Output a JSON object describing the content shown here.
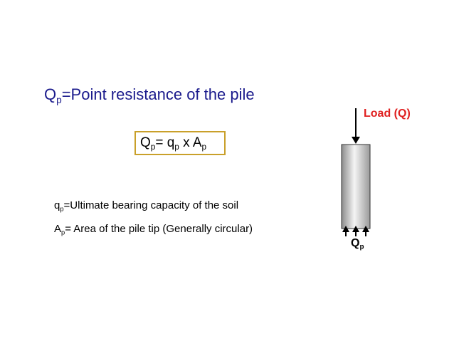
{
  "title": {
    "symbol": "Q",
    "sub": "p",
    "text": "=Point resistance of the pile"
  },
  "formula": {
    "lhs": "Q",
    "lhs_sub": "p",
    "op1": "= ",
    "q": "q",
    "q_sub": "p",
    "op2": " x ",
    "a": "A",
    "a_sub": "p"
  },
  "definitions": [
    {
      "symbol": "q",
      "sub": "p",
      "text": "=Ultimate bearing capacity of the soil"
    },
    {
      "symbol": "A",
      "sub": "p",
      "text": "= Area of the pile tip (Generally circular)"
    }
  ],
  "diagram": {
    "load_label": "Load (Q)",
    "tip_label": {
      "symbol": "Q",
      "sub": "p"
    },
    "colors": {
      "load": "#e02020",
      "arrow": "#000000"
    },
    "icons": [
      "load-arrow-icon",
      "pile-icon",
      "tip-resistance-arrows-icon"
    ]
  },
  "colors": {
    "title": "#1a1a8c",
    "formula_border": "#c9a02a"
  }
}
